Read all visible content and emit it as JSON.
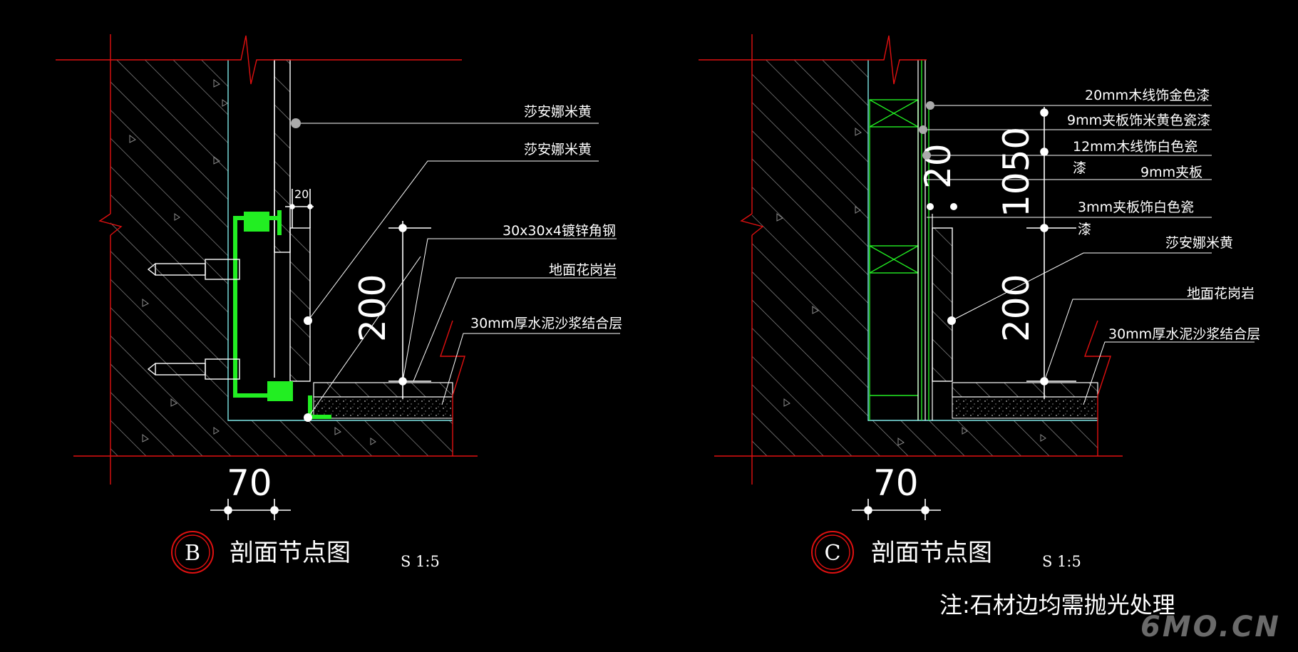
{
  "drawing_b": {
    "marker": "B",
    "title": "剖面节点图",
    "scale": "S 1:5",
    "dims": {
      "width": "70",
      "height": "200",
      "gap": "20"
    },
    "labels": [
      "莎安娜米黄",
      "莎安娜米黄",
      "30x30x4镀锌角钢",
      "地面花岗岩",
      "30mm厚水泥沙浆结合层"
    ]
  },
  "drawing_c": {
    "marker": "C",
    "title": "剖面节点图",
    "scale": "S 1:5",
    "dims": {
      "width": "70",
      "height": "200",
      "height_top": "1050",
      "small": "20"
    },
    "labels": [
      "20mm木线饰金色漆",
      "9mm夹板饰米黄色瓷漆",
      "12mm木线饰白色瓷",
      "漆",
      "9mm夹板",
      "3mm夹板饰白色瓷",
      "漆",
      "莎安娜米黄",
      "地面花岗岩",
      "30mm厚水泥沙浆结合层"
    ]
  },
  "note": "注:石材边均需抛光处理",
  "watermark": "6MO.CN",
  "colors": {
    "hatch": "#8c8c8c",
    "outline": "#ffffff",
    "cut_line": "#e01010",
    "cyan": "#7fe8e8",
    "steel": "#22ee22"
  }
}
